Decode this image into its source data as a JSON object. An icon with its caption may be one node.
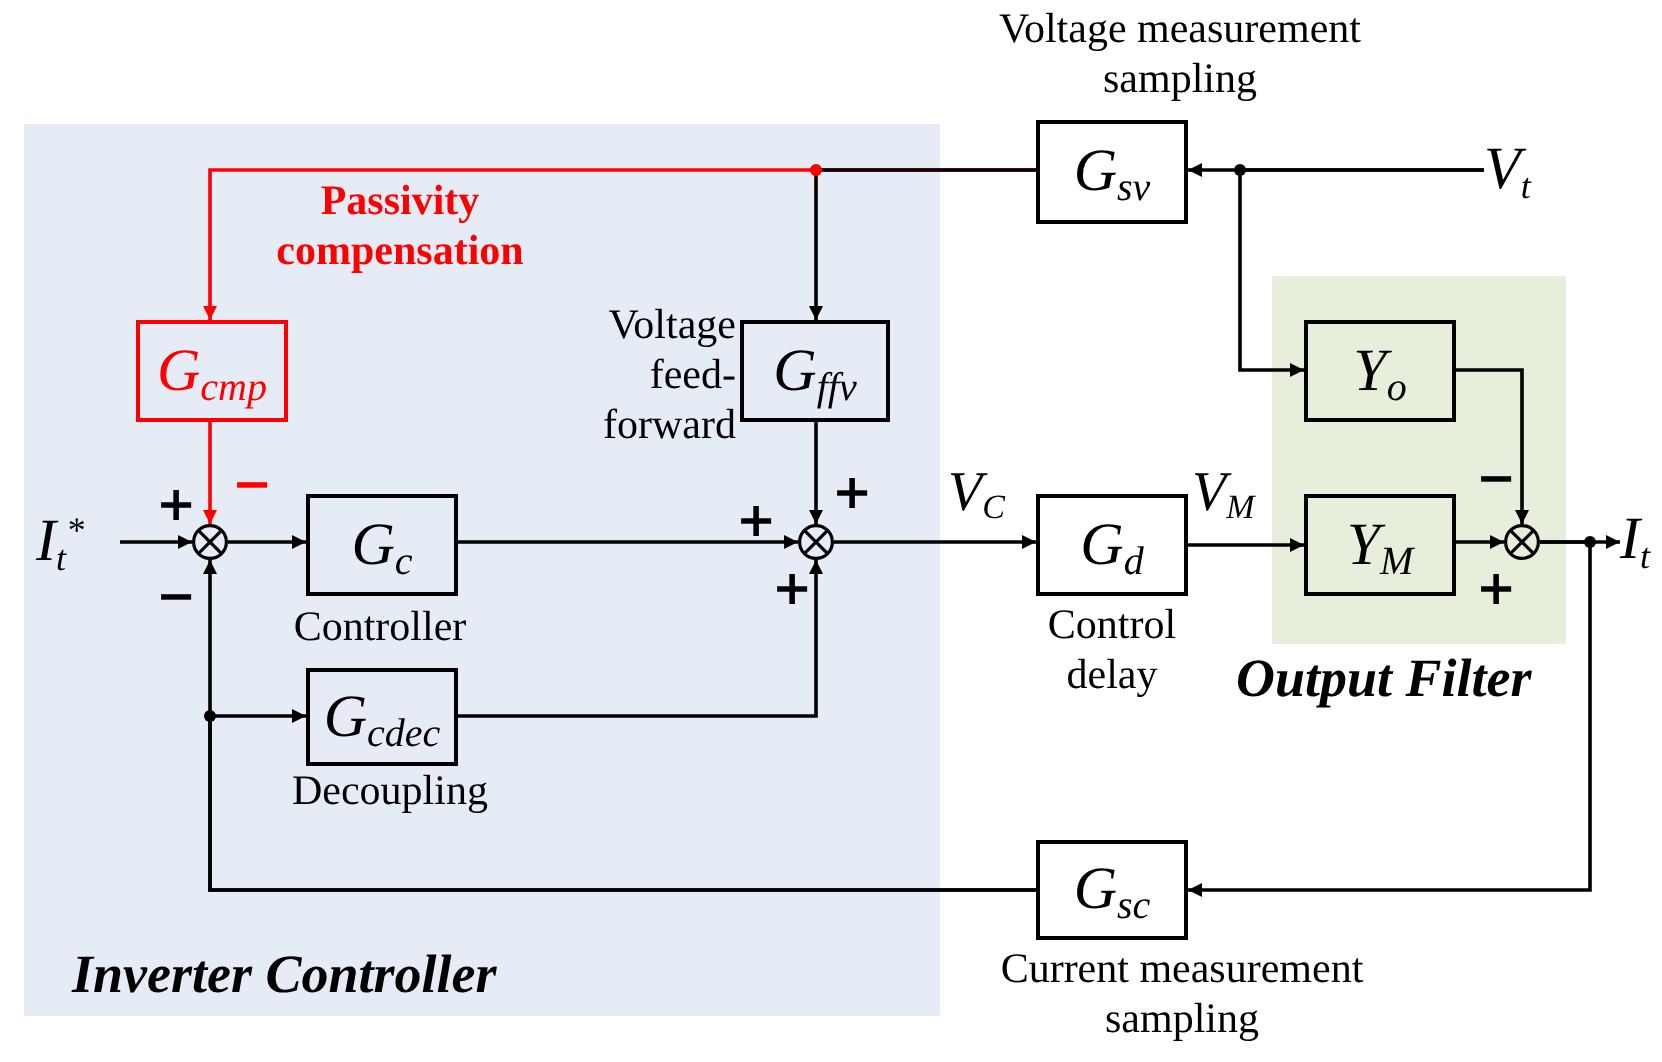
{
  "diagram": {
    "nodes": [
      {
        "text": [
          "Inverter Controller"
        ]
      },
      {
        "text": [
          "Output Filter"
        ]
      },
      {
        "text": [
          "I$_{t}$$^{*}$"
        ],
        "in": 0
      },
      {
        "text": [],
        "shape": "circle",
        "in": 0
      },
      {
        "text": [
          "G$_{cmp}$"
        ],
        "in": 0
      },
      {
        "text": [
          "G$_{ffv}$"
        ],
        "in": 0,
        "beside": [
          "Voltage feed-forward"
        ]
      },
      {
        "text": [
          "G$_{c}$"
        ],
        "in": 0,
        "beside": [
          "Controller"
        ]
      },
      {
        "text": [
          "G$_{cdec}$"
        ],
        "in": 0,
        "beside": [
          "Decoupling"
        ]
      },
      {
        "text": [],
        "shape": "circle",
        "in": 0
      },
      {
        "text": [
          "G$_{d}$"
        ],
        "beside": [
          "Control delay"
        ]
      },
      {
        "text": [
          "Y$_{o}$"
        ],
        "in": 1
      },
      {
        "text": [
          "Y$_{M}$"
        ],
        "in": 1
      },
      {
        "text": [],
        "shape": "circle",
        "in": 1
      },
      {
        "text": [
          "I$_{t}$"
        ]
      },
      {
        "text": [
          "G$_{sv}$"
        ],
        "beside": [
          "Voltage measurement sampling"
        ]
      },
      {
        "text": [
          "V$_{t}$"
        ]
      },
      {
        "text": [
          "G$_{sc}$"
        ],
        "beside": [
          "Current measurement sampling"
        ]
      }
    ],
    "edges": [
      {
        "from": 2,
        "to": 3,
        "arrow": "to"
      },
      {
        "from": 4,
        "to": 3,
        "arrow": "to",
        "color": "#ff0000"
      },
      {
        "from": 3,
        "to": 6,
        "arrow": "to"
      },
      {
        "from": 6,
        "to": 8,
        "arrow": "to"
      },
      {
        "from": 5,
        "to": 8,
        "arrow": "to"
      },
      {
        "from": 7,
        "to": 8,
        "arrow": "to"
      },
      {
        "from": 8,
        "to": 9,
        "arrow": "to",
        "label": "V$_{C}$"
      },
      {
        "from": 9,
        "to": 11,
        "arrow": "to",
        "label": "V$_{M}$"
      },
      {
        "from": 11,
        "to": 12,
        "arrow": "to"
      },
      {
        "from": 10,
        "to": 12,
        "arrow": "to"
      },
      {
        "from": 12,
        "to": 13,
        "arrow": "to"
      },
      {
        "from": 15,
        "to": 14,
        "arrow": "to"
      },
      {
        "from": 15,
        "to": 10,
        "arrow": "to"
      },
      {
        "from": 14,
        "to": 4,
        "arrow": "to",
        "color": "#ff0000",
        "label": "Passivity compensation"
      },
      {
        "from": 14,
        "to": 5,
        "arrow": "to"
      },
      {
        "from": 12,
        "to": 16,
        "arrow": "to"
      },
      {
        "from": 16,
        "to": 3,
        "arrow": "to"
      },
      {
        "from": 16,
        "to": 7,
        "arrow": "to"
      }
    ],
    "labels": [
      "+",
      "−",
      "−",
      "+",
      "+",
      "+",
      "−",
      "+"
    ]
  }
}
